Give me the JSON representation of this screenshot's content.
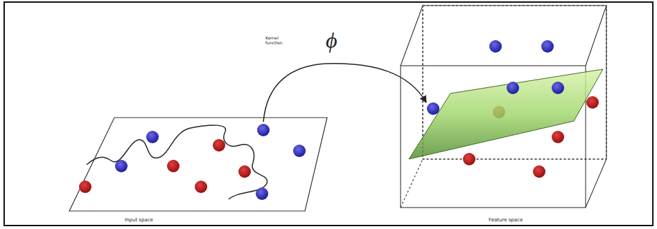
{
  "diagram": {
    "labels": [
      "Kernel function",
      "ϕ",
      "Input space",
      "Feature space"
    ]
  }
}
